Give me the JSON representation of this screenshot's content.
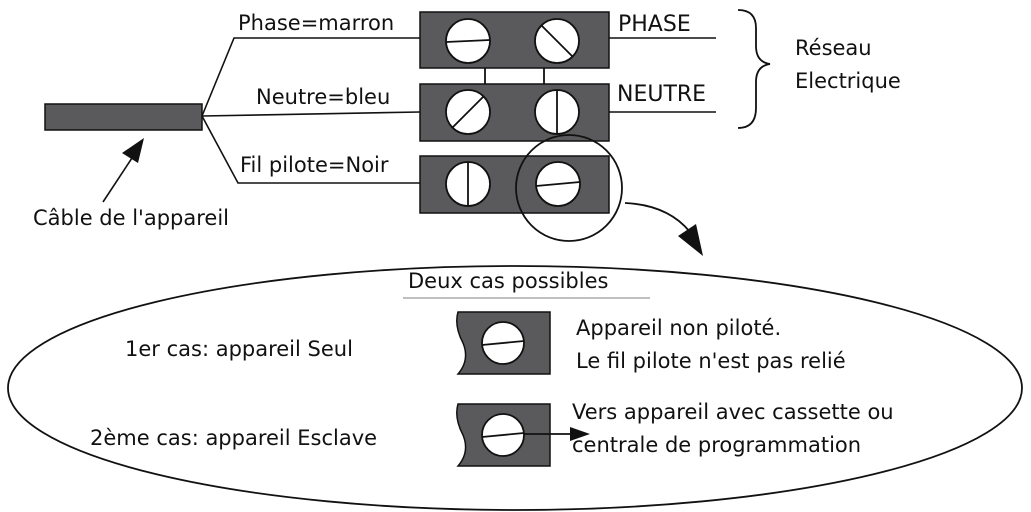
{
  "colors": {
    "block_fill": "#5a5a5c",
    "line": "#111111",
    "screw_fill": "#ffffff",
    "background": "#ffffff"
  },
  "labels": {
    "phase_wire": "Phase=marron",
    "neutral_wire": "Neutre=bleu",
    "pilot_wire": "Fil pilote=Noir",
    "phase": "PHASE",
    "neutral": "NEUTRE",
    "network_line1": "Réseau",
    "network_line2": "Electrique",
    "device_cable": "Câble de l'appareil"
  },
  "detail": {
    "title": "Deux cas possibles",
    "case1_label": "1er cas: appareil Seul",
    "case1_desc_line1": "Appareil non piloté.",
    "case1_desc_line2": "Le fil pilote n'est pas relié",
    "case2_label": "2ème cas: appareil Esclave",
    "case2_desc_line1": "Vers appareil avec cassette ou",
    "case2_desc_line2": "centrale de programmation"
  }
}
